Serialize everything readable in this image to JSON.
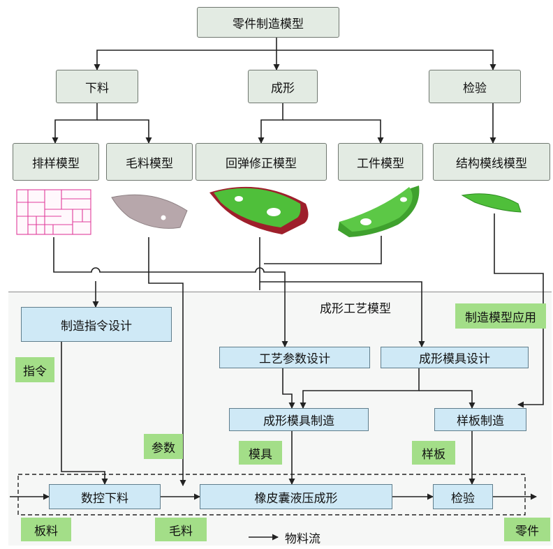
{
  "top": {
    "root": "零件制造模型",
    "cut": "下料",
    "form": "成形",
    "inspect": "检验",
    "nesting": "排样模型",
    "blank": "毛料模型",
    "springback": "回弹修正模型",
    "workpiece": "工件模型",
    "structure": "结构模线模型"
  },
  "process": {
    "title": "成形工艺模型",
    "app": "制造模型应用",
    "instr_design": "制造指令设计",
    "param_design": "工艺参数设计",
    "die_design": "成形模具设计",
    "die_make": "成形模具制造",
    "template_make": "样板制造",
    "nc_cut": "数控下料",
    "rubber_press": "橡皮囊液压成形",
    "check": "检验"
  },
  "tags": {
    "instruction": "指令",
    "params": "参数",
    "die": "模具",
    "template": "样板",
    "sheet": "板料",
    "blank": "毛料",
    "part": "零件"
  },
  "legend": {
    "flow": "物料流"
  },
  "colors": {
    "node_fill": "#e3ebe3",
    "blue_fill": "#cfe9f6",
    "tag_green": "#a3de88",
    "part_green": "#4fbf3a",
    "part_edge": "#9e1f2b",
    "blank_mauve": "#b7a7ab",
    "nesting_magenta": "#e03c9b"
  }
}
